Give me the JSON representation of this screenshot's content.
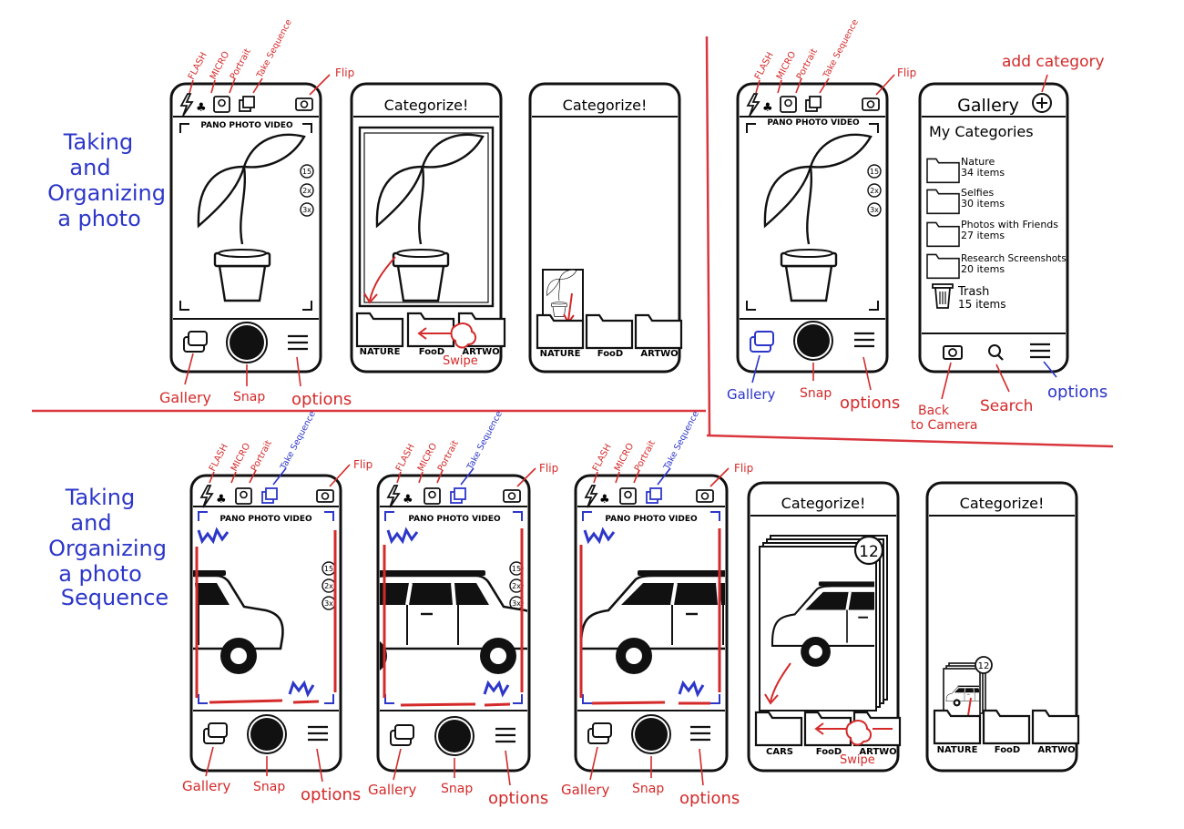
{
  "colors": {
    "ink": "#111111",
    "annotation_red": "#d42a2a",
    "annotation_blue": "#2c36c9",
    "divider": "#d9363e",
    "paper": "#ffffff"
  },
  "section_titles": {
    "top": [
      "Taking",
      "and",
      "Organizing",
      "a photo"
    ],
    "bottom": [
      "Taking",
      "and",
      "Organizing",
      "a photo",
      "Sequence"
    ]
  },
  "camera": {
    "mode_labels": [
      "FLASH",
      "MICRO",
      "Portrait",
      "Take Sequence"
    ],
    "flip_label": "Flip",
    "modes_bar": "PANO PHOTO VIDEO",
    "timers": [
      "15",
      "2x",
      "3x"
    ],
    "bottom_labels": {
      "gallery": "Gallery",
      "snap": "Snap",
      "options": "options"
    },
    "icons": [
      "flash-icon",
      "macro-icon",
      "portrait-icon",
      "sequence-icon",
      "flip-camera-icon",
      "gallery-icon",
      "shutter-button",
      "menu-icon"
    ]
  },
  "categorize": {
    "title": "Categorize!",
    "folders_top": [
      "NATURE",
      "FooD",
      "ARTWO"
    ],
    "folders_bottom": [
      "CARS",
      "FooD",
      "ARTWO"
    ],
    "folders_bottom_2": [
      "NATURE",
      "FooD",
      "ARTWO"
    ],
    "swipe_label": "Swipe",
    "stack_count": "12"
  },
  "gallery": {
    "title": "Gallery",
    "add_label": "add category",
    "section_title": "My Categories",
    "categories": [
      {
        "name": "Nature",
        "count": "34 items"
      },
      {
        "name": "Selfies",
        "count": "30 items"
      },
      {
        "name": "Photos with Friends",
        "count": "27 items"
      },
      {
        "name": "Research Screenshots",
        "count": "20 items"
      }
    ],
    "trash": {
      "name": "Trash",
      "count": "15 items"
    },
    "nav_labels": {
      "back": [
        "Back",
        "to Camera"
      ],
      "search": "Search",
      "options": "options"
    },
    "icons": [
      "camera-icon",
      "search-icon",
      "menu-icon",
      "plus-icon",
      "folder-icon",
      "trash-icon"
    ]
  }
}
